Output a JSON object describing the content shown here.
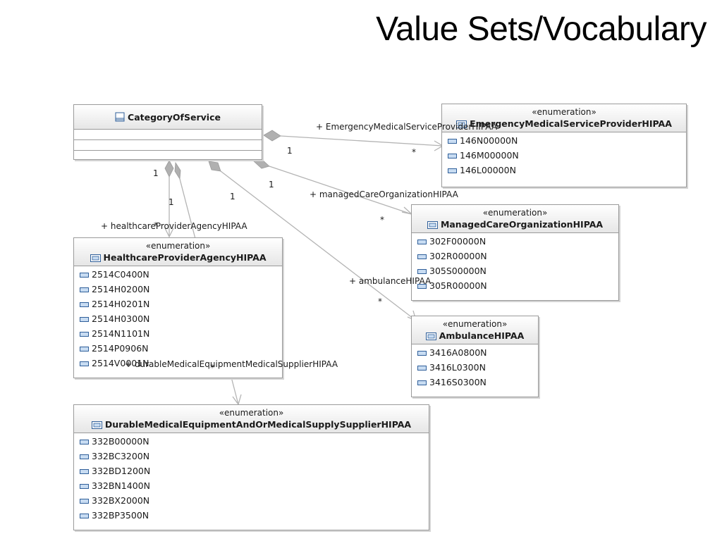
{
  "title": "Value Sets/Vocabulary",
  "stereotype": "«enumeration»",
  "class_box": {
    "name": "CategoryOfService"
  },
  "enums": {
    "emergency": {
      "name": "EmergencyMedicalServiceProviderHIPAA",
      "literals": [
        "146N00000N",
        "146M00000N",
        "146L00000N"
      ]
    },
    "managed_care": {
      "name": "ManagedCareOrganizationHIPAA",
      "literals": [
        "302F00000N",
        "302R00000N",
        "305S00000N",
        "305R00000N"
      ]
    },
    "healthcare_agency": {
      "name": "HealthcareProviderAgencyHIPAA",
      "literals": [
        "2514C0400N",
        "2514H0200N",
        "2514H0201N",
        "2514H0300N",
        "2514N1101N",
        "2514P0906N",
        "2514V0001N"
      ]
    },
    "ambulance": {
      "name": "AmbulanceHIPAA",
      "literals": [
        "3416A0800N",
        "3416L0300N",
        "3416S0300N"
      ]
    },
    "durable": {
      "name": "DurableMedicalEquipmentAndOrMedicalSupplySupplierHIPAA",
      "literals": [
        "332B00000N",
        "332BC3200N",
        "332BD1200N",
        "332BN1400N",
        "332BX2000N",
        "332BP3500N"
      ]
    }
  },
  "associations": {
    "emergency": {
      "role": "+ EmergencyMedicalServiceProviderHIPAA",
      "source_mult": "1",
      "target_mult": "*"
    },
    "managed_care": {
      "role": "+ managedCareOrganizationHIPAA",
      "source_mult": "1",
      "target_mult": "*"
    },
    "healthcare_agency": {
      "role": "+ healthcareProviderAgencyHIPAA",
      "source_mult": "1",
      "target_mult": "*"
    },
    "ambulance": {
      "role": "+ ambulanceHIPAA",
      "source_mult": "1",
      "target_mult": "*"
    },
    "durable": {
      "role": "+ durableMedicalEquipmentMedicalSupplierHIPAA",
      "source_mult": "1",
      "target_mult": "*"
    }
  },
  "colors": {
    "line": "#b4b4b4",
    "diamond": "#b0b0b0",
    "border": "#9a9a9a",
    "literal_icon": "#2f5f9a"
  },
  "icons": {
    "class": "class-icon",
    "enumeration": "enumeration-icon",
    "literal": "enumeration-literal-icon"
  }
}
